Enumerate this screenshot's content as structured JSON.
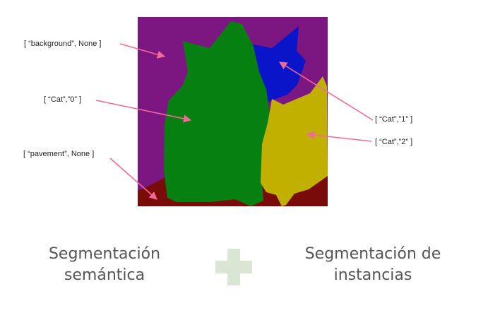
{
  "image": {
    "colors": {
      "background": "#7c1680",
      "pavement": "#7a0b0b",
      "cat_0": "#068010",
      "cat_1": "#0a14c8",
      "cat_2": "#c2b000"
    }
  },
  "labels": {
    "background": "[ “background”, None ]",
    "cat0": "[ “Cat”,”0” ]",
    "pavement": "[ “pavement”, None ]",
    "cat1": "[ “Cat”,”1” ]",
    "cat2": "[ “Cat”,”2” ]"
  },
  "arrow_color": "#f06a9a",
  "captions": {
    "semantic_line1": "Segmentación",
    "semantic_line2": "semántica",
    "instance_line1": "Segmentación de",
    "instance_line2": "instancias"
  },
  "plus_icon": "plus-icon",
  "plus_color": "#d8e6d3"
}
